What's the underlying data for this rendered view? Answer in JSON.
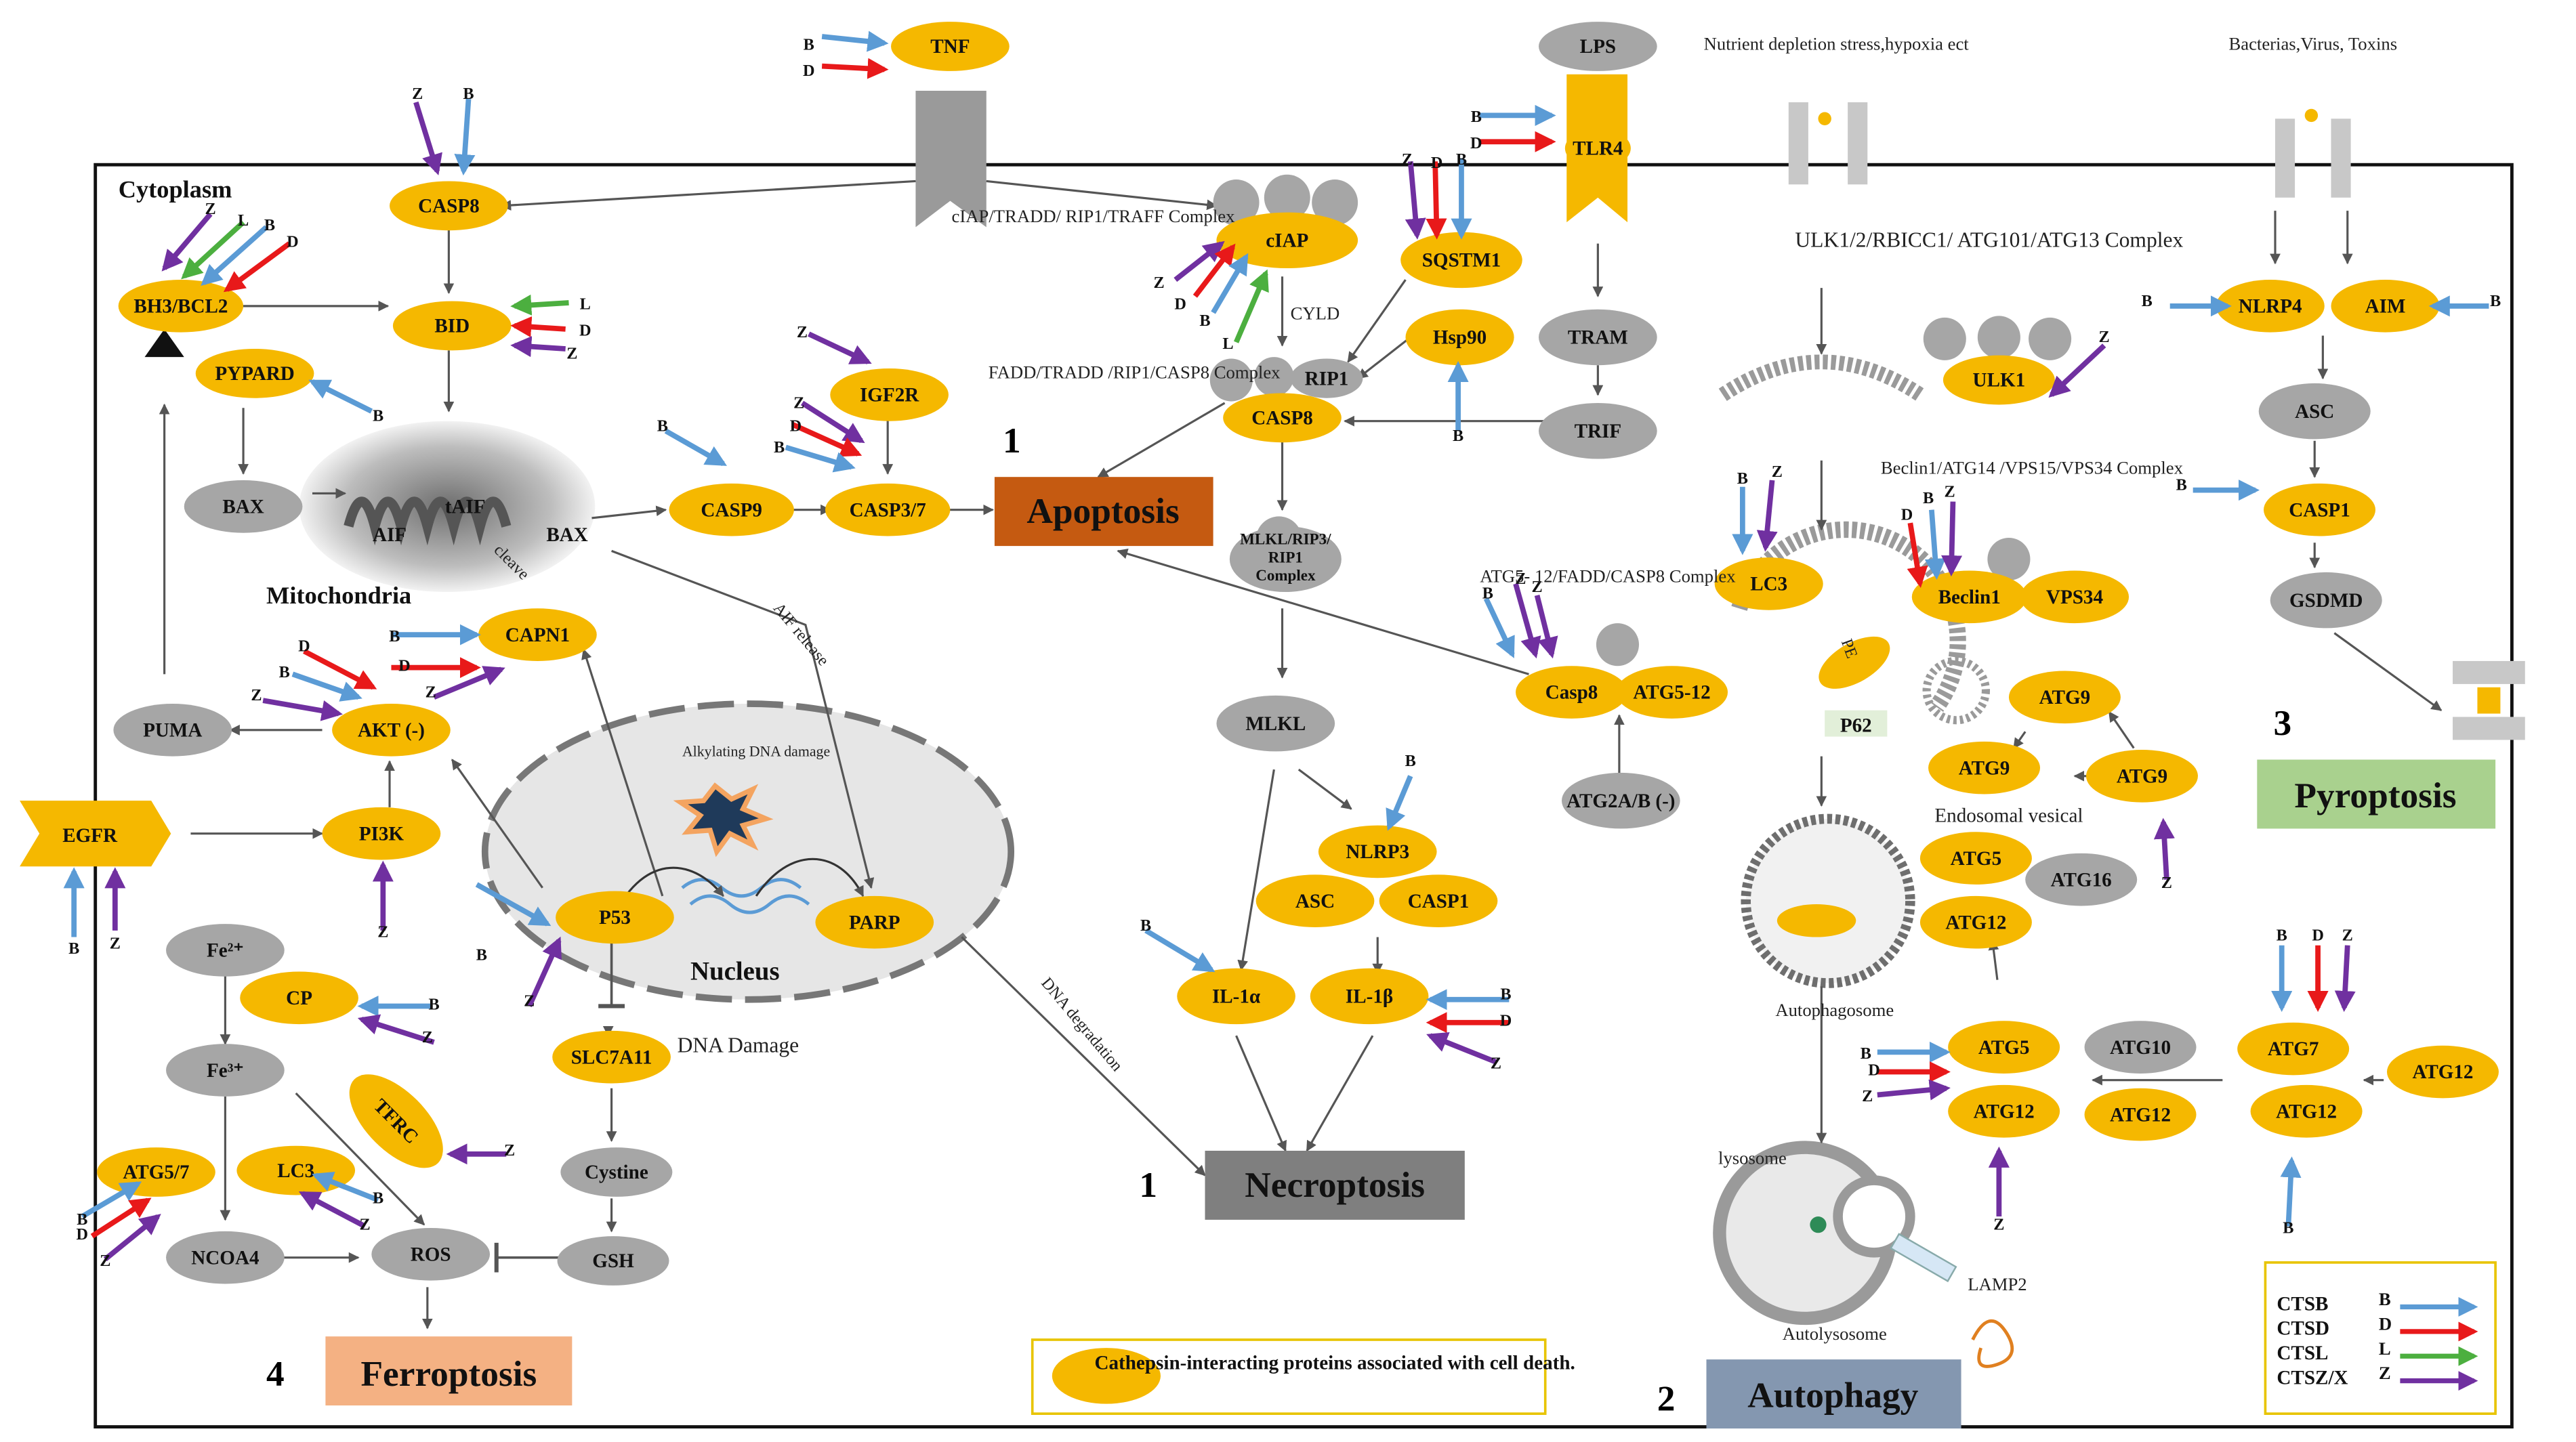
{
  "colors": {
    "node_yellow": "#F5B800",
    "node_gray": "#A6A6A6",
    "ctsb": "#5B9BD5",
    "ctsd": "#E8191A",
    "ctsl": "#4CAF3F",
    "ctsz": "#7030A0",
    "apoptosis": "#C55A11",
    "necroptosis": "#7F7F7F",
    "autophagy": "#8497B0",
    "pyroptosis": "#A9D18E",
    "ferroptosis": "#F4B183"
  },
  "regions": {
    "cytoplasm": "Cytoplasm",
    "mitochondria": "Mitochondria",
    "nucleus": "Nucleus",
    "alkylating": "Alkylating DNA damage"
  },
  "notes": {
    "nutrient": "Nutrient depletion stress,hypoxia ect",
    "bacteria": "Bacterias,Virus, Toxins",
    "ciap_complex": "cIAP/TRADD/ RIP1/TRAFF Complex",
    "fadd_complex": "FADD/TRADD /RIP1/CASP8 Complex",
    "cyld": "CYLD",
    "ulk_complex": "ULK1/2/RBICC1/ ATG101/ATG13 Complex",
    "beclin_complex": "Beclin1/ATG14 /VPS15/VPS34 Complex",
    "atg5_complex": "ATG5- 12/FADD/CASP8 Complex",
    "aif_release": "AIF release",
    "cleave": "cleave",
    "dna_degradation": "DNA degradation",
    "dna_damage": "DNA Damage",
    "endosomal": "Endosomal vesical",
    "autophagosome": "Autophagosome",
    "lysosome": "lysosome",
    "autolysosome": "Autolysosome",
    "lamp2": "LAMP2",
    "pe": "PE"
  },
  "nodes": {
    "tnf": "TNF",
    "lps": "LPS",
    "tlr4": "TLR4",
    "tram": "TRAM",
    "trif": "TRIF",
    "casp8_top": "CASP8",
    "bid": "BID",
    "bh3": "BH3/BCL2",
    "pypard": "PYPARD",
    "bax": "BAX",
    "aif": "AIF",
    "taif": "tAIF",
    "bax_mito": "BAX",
    "casp9": "CASP9",
    "igf2r": "IGF2R",
    "casp37": "CASP3/7",
    "ciap": "cIAP",
    "sqstm1": "SQSTM1",
    "hsp90": "Hsp90",
    "rip1": "RIP1",
    "casp8_mid": "CASP8",
    "mlkl_complex": "MLKL/RIP3/ RIP1 Complex",
    "mlkl": "MLKL",
    "nlrp3": "NLRP3",
    "asc_n": "ASC",
    "casp1_n": "CASP1",
    "il1a": "IL-1α",
    "il1b": "IL-1β",
    "puma": "PUMA",
    "akt": "AKT (-)",
    "capn1": "CAPN1",
    "egfr": "EGFR",
    "pi3k": "PI3K",
    "p53": "P53",
    "parp": "PARP",
    "slc7a11": "SLC7A11",
    "cystine": "Cystine",
    "gsh": "GSH",
    "fe2": "Fe²⁺",
    "cp": "CP",
    "fe3": "Fe³⁺",
    "tfrc": "TFRC",
    "atg57": "ATG5/7",
    "lc3_f": "LC3",
    "ncoa4": "NCOA4",
    "ros": "ROS",
    "ulk1": "ULK1",
    "lc3_a": "LC3",
    "beclin1": "Beclin1",
    "vps34": "VPS34",
    "casp8_a": "Casp8",
    "atg512": "ATG5-12",
    "atg2": "ATG2A/B (-)",
    "p62": "P62",
    "atg9_a": "ATG9",
    "atg9_b": "ATG9",
    "atg9_c": "ATG9",
    "atg5_a": "ATG5",
    "atg16": "ATG16",
    "atg12_a": "ATG12",
    "atg5_b": "ATG5",
    "atg12_b": "ATG12",
    "atg10": "ATG10",
    "atg12_c": "ATG12",
    "atg7": "ATG7",
    "atg12_d": "ATG12",
    "atg12_e": "ATG12",
    "nlrp4": "NLRP4",
    "aim": "AIM",
    "asc_p": "ASC",
    "casp1_p": "CASP1",
    "gsdmd": "GSDMD"
  },
  "pathways": {
    "apoptosis": {
      "num": "1",
      "label": "Apoptosis"
    },
    "necroptosis": {
      "num": "1",
      "label": "Necroptosis"
    },
    "autophagy": {
      "num": "2",
      "label": "Autophagy"
    },
    "pyroptosis": {
      "num": "3",
      "label": "Pyroptosis"
    },
    "ferroptosis": {
      "num": "4",
      "label": "Ferroptosis"
    }
  },
  "legend_box": {
    "text": "Cathepsin-interacting proteins associated with cell death."
  },
  "legend": [
    {
      "name": "CTSB",
      "letter": "B"
    },
    {
      "name": "CTSD",
      "letter": "D"
    },
    {
      "name": "CTSL",
      "letter": "L"
    },
    {
      "name": "CTSZ/X",
      "letter": "Z"
    }
  ],
  "letters": {
    "b": "B",
    "d": "D",
    "l": "L",
    "z": "Z"
  }
}
